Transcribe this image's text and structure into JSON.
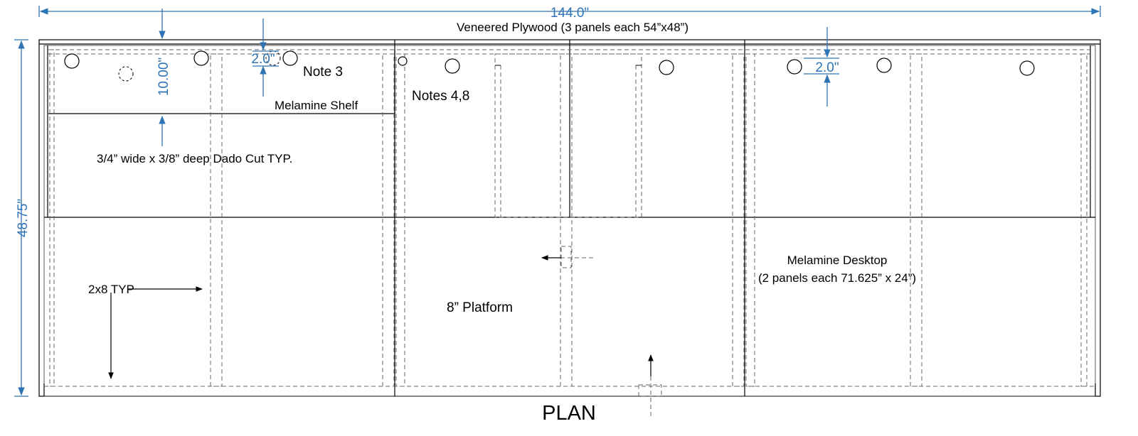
{
  "colors": {
    "dimension": "#2e74b5",
    "line": "#000000",
    "hidden_line": "#777777"
  },
  "drawing": {
    "title": "PLAN",
    "dimensions": {
      "overall_width": "144.0\"",
      "overall_depth": "48.75\"",
      "shelf_depth": "10.00\"",
      "hole_offset_left": "2.0\"",
      "hole_offset_right": "2.0\""
    },
    "labels": {
      "plywood": "Veneered Plywood (3 panels each 54”x48”)",
      "note3": "Note 3",
      "notes48": "Notes 4,8",
      "shelf": "Melamine Shelf",
      "dado": "3/4” wide x 3/8” deep Dado Cut TYP.",
      "desktop_line1": "Melamine Desktop",
      "desktop_line2": "(2 panels each 71.625” x 24”)",
      "lumber": "2x8 TYP",
      "platform": "8” Platform"
    }
  }
}
